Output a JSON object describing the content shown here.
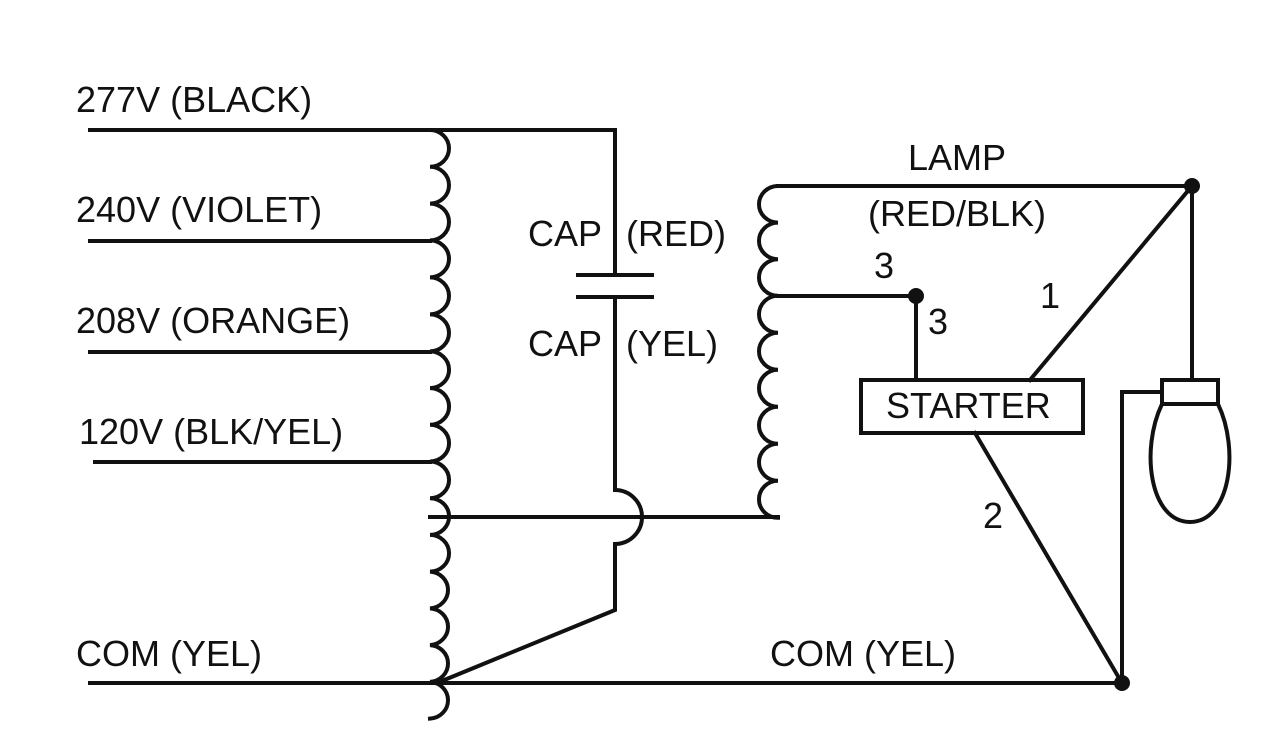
{
  "taps": {
    "v277": "277V (BLACK)",
    "v240": "240V (VIOLET)",
    "v208": "208V (ORANGE)",
    "v120": "120V (BLK/YEL)",
    "com": "COM (YEL)"
  },
  "capacitor": {
    "cap_top": "CAP",
    "cap_top_wire": "(RED)",
    "cap_bottom": "CAP",
    "cap_bottom_wire": "(YEL)"
  },
  "lamp": {
    "label": "LAMP",
    "wire": "(RED/BLK)"
  },
  "starter": {
    "label": "STARTER",
    "terminal_3a": "3",
    "terminal_3b": "3",
    "terminal_1": "1",
    "terminal_2": "2"
  },
  "com_right": "COM (YEL)",
  "colors": {
    "ink": "#111111",
    "background": "#ffffff"
  }
}
